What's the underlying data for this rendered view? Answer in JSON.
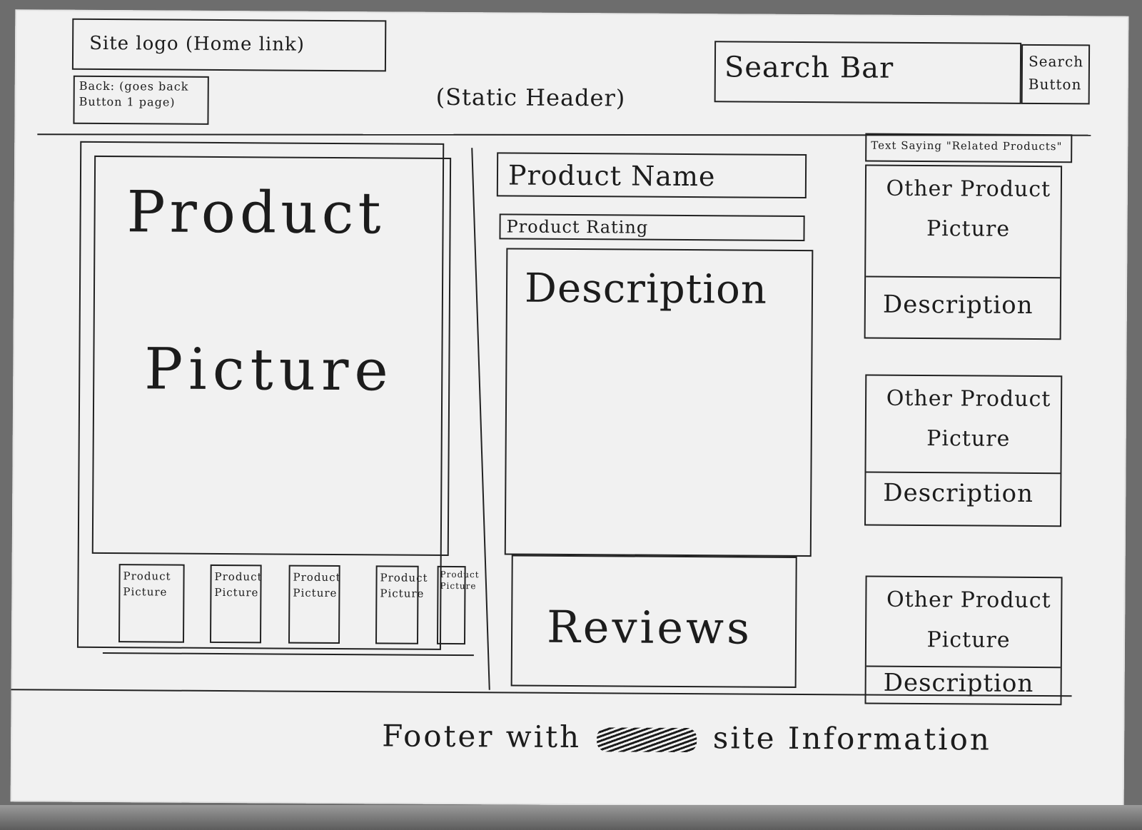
{
  "header": {
    "logo_label": "Site logo (Home link)",
    "back_label": "Back: (goes back Button 1 page)",
    "static_header_label": "(Static Header)",
    "search_bar_label": "Search Bar",
    "search_button_label": "Search Button"
  },
  "product": {
    "main_picture_line1": "Product",
    "main_picture_line2": "Picture",
    "thumbnails": [
      {
        "label": "Product Picture"
      },
      {
        "label": "Product Picture"
      },
      {
        "label": "Product Picture"
      },
      {
        "label": "Product Picture"
      },
      {
        "label": "Product Picture"
      }
    ],
    "name_label": "Product Name",
    "rating_label": "Product Rating",
    "description_label": "Description",
    "reviews_label": "Reviews"
  },
  "related": {
    "heading_label": "Text Saying \"Related Products\"",
    "items": [
      {
        "picture_label": "Other Product Picture",
        "description_label": "Description"
      },
      {
        "picture_label": "Other Product Picture",
        "description_label": "Description"
      },
      {
        "picture_label": "Other Product Picture",
        "description_label": "Description"
      }
    ]
  },
  "footer": {
    "text_before": "Footer with",
    "text_after": "site Information"
  }
}
